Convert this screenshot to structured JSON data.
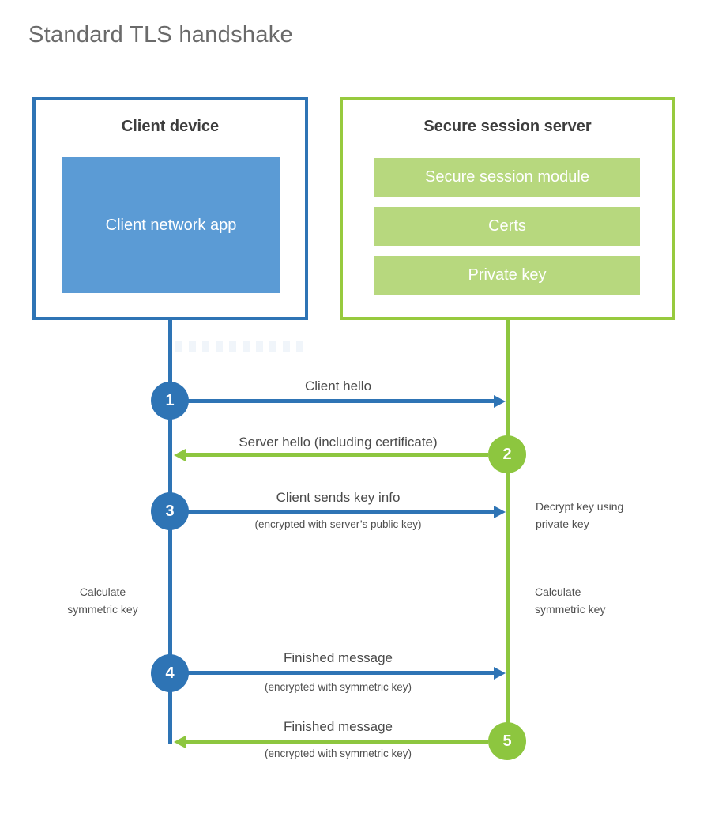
{
  "title": "Standard TLS handshake",
  "colors": {
    "blue_stroke": "#2e74b5",
    "blue_fill": "#5b9bd5",
    "green_stroke": "#97ca3e",
    "green_main": "#8dc63f",
    "green_fill": "#b7d87e",
    "heading_text": "#3d3d3d",
    "body_text": "#4a4a4a",
    "title_text": "#6a6a6a"
  },
  "client_box": {
    "heading": "Client device",
    "app_label": "Client network app"
  },
  "server_box": {
    "heading": "Secure session server",
    "modules": [
      {
        "label": "Secure session module"
      },
      {
        "label": "Certs"
      },
      {
        "label": "Private key"
      }
    ]
  },
  "steps": [
    {
      "num": "1",
      "label": "Client hello",
      "from": "client",
      "to": "server"
    },
    {
      "num": "2",
      "label": "Server hello (including certificate)",
      "from": "server",
      "to": "client"
    },
    {
      "num": "3",
      "label": "Client sends key info",
      "sub": "(encrypted with server’s public key)",
      "from": "client",
      "to": "server"
    },
    {
      "num": "4",
      "label": "Finished message",
      "sub": "(encrypted with symmetric key)",
      "from": "client",
      "to": "server"
    },
    {
      "num": "5",
      "label": "Finished message",
      "sub": "(encrypted with symmetric key)",
      "from": "server",
      "to": "client"
    }
  ],
  "annotations": {
    "decrypt_key": "Decrypt key using\nprivate key",
    "calculate_left": "Calculate\nsymmetric key",
    "calculate_right": "Calculate\nsymmetric key"
  }
}
